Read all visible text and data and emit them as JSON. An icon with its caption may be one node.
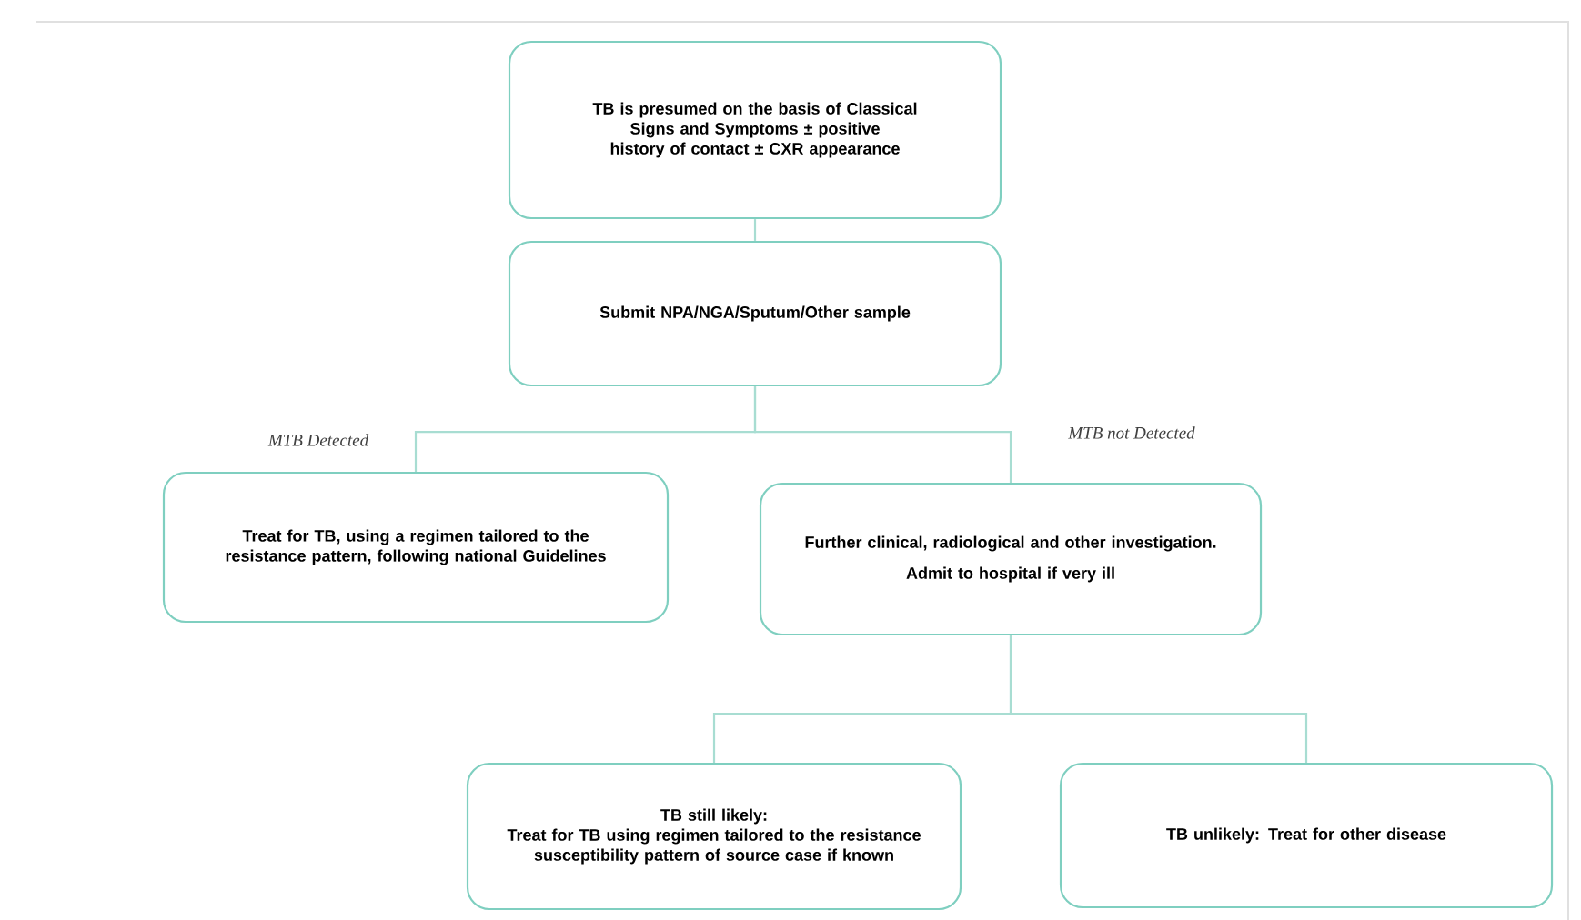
{
  "diagram": {
    "nodes": [
      {
        "text": [
          "TB is presumed on the basis of Classical Signs and Symptoms ± positive history of contact ± CXR appearance"
        ]
      },
      {
        "text": [
          "Submit NPA/NGA/Sputum/Other sample"
        ]
      },
      {
        "text": [
          "Treat for TB, using a regimen tailored to the resistance pattern, following national Guidelines"
        ]
      },
      {
        "text": [
          "Further clinical, radiological and other investigation.",
          "Admit to hospital if very ill"
        ]
      },
      {
        "text": [
          "TB still likely:",
          "Treat for TB using regimen tailored to the resistance susceptibility pattern of source case if known"
        ]
      },
      {
        "text": [
          "TB unlikely: Treat for other disease"
        ]
      }
    ],
    "edges": [
      {
        "from": 0,
        "to": 1,
        "arrow": "none"
      },
      {
        "from": 1,
        "to": 2,
        "arrow": "none",
        "label": "MTB Detected"
      },
      {
        "from": 1,
        "to": 3,
        "arrow": "none",
        "label": "MTB not Detected"
      },
      {
        "from": 3,
        "to": 4,
        "arrow": "none"
      },
      {
        "from": 3,
        "to": 5,
        "arrow": "none"
      }
    ]
  }
}
